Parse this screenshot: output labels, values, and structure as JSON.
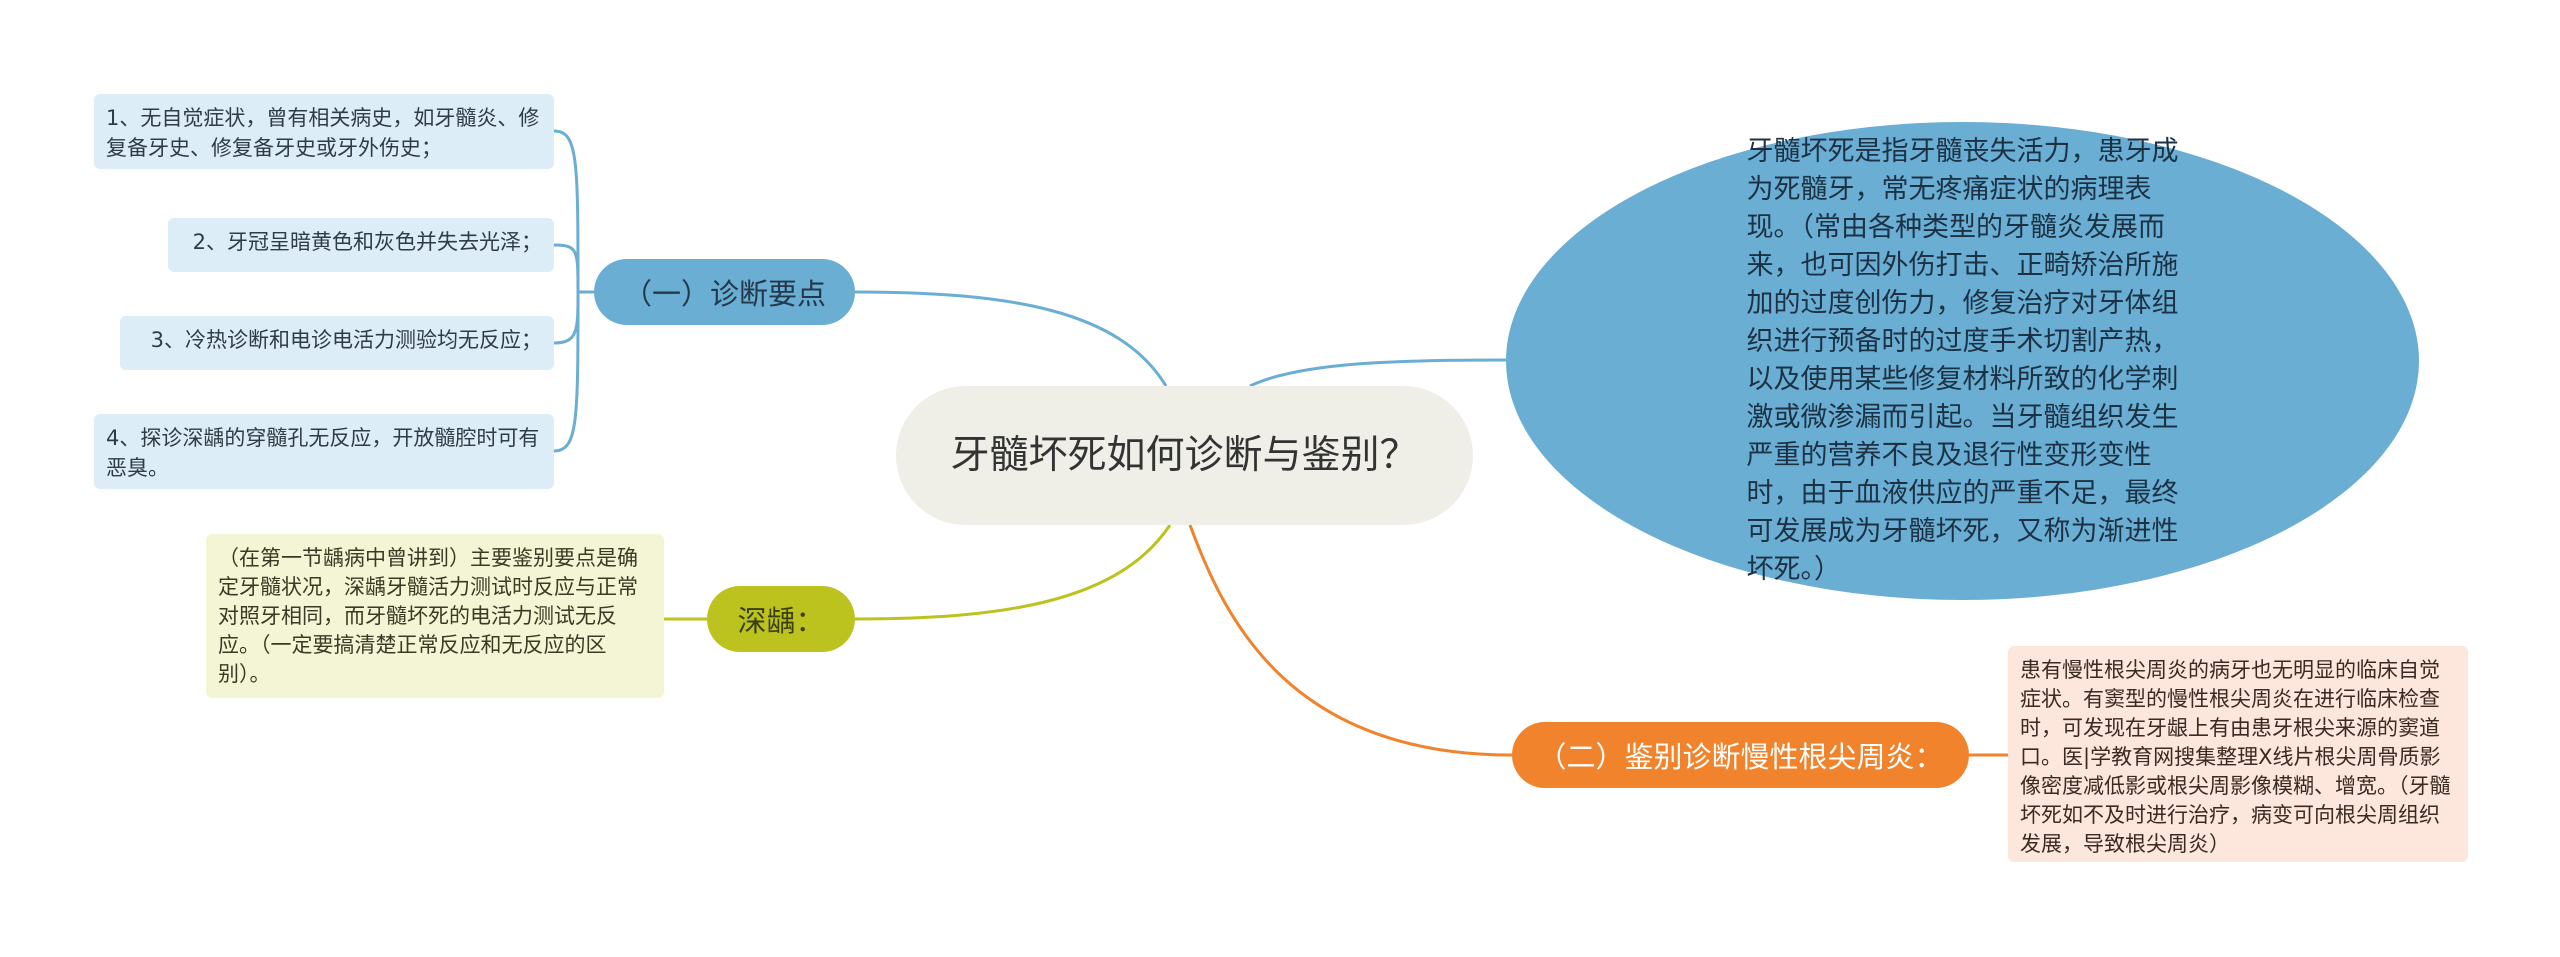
{
  "central_topic": "牙髓坏死如何诊断与鉴别？",
  "branches": {
    "diagnosis": {
      "label": "（一）诊断要点",
      "color": "#6aaed3",
      "items": [
        "1、无自觉症状，曾有相关病史，如牙髓炎、修复备牙史、修复备牙史或牙外伤史；",
        "2、牙冠呈暗黄色和灰色并失去光泽；",
        "3、冷热诊断和电诊电活力测验均无反应；",
        "4、探诊深龋的穿髓孔无反应，开放髓腔时可有恶臭。"
      ]
    },
    "deep_caries": {
      "label": "深龋：",
      "color": "#bcc21e",
      "note": "（在第一节龋病中曾讲到）主要鉴别要点是确定牙髓状况，深龋牙髓活力测试时反应与正常对照牙相同，而牙髓坏死的电活力测试无反应。（一定要搞清楚正常反应和无反应的区别）。"
    },
    "periapical": {
      "label": "（二）鉴别诊断慢性根尖周炎：",
      "color": "#f0832b",
      "note": "患有慢性根尖周炎的病牙也无明显的临床自觉症状。有窦型的慢性根尖周炎在进行临床检查时，可发现在牙龈上有由患牙根尖来源的窦道口。医|学教育网搜集整理X线片根尖周骨质影像密度减低影或根尖周影像模糊、增宽。（牙髓坏死如不及时进行治疗，病变可向根尖周组织发展，导致根尖周炎）"
    },
    "definition": {
      "text": "牙髓坏死是指牙髓丧失活力，患牙成为死髓牙，常无疼痛症状的病理表现。（常由各种类型的牙髓炎发展而来，也可因外伤打击、正畸矫治所施加的过度创伤力，修复治疗对牙体组织进行预备时的过度手术切割产热，以及使用某些修复材料所致的化学刺激或微渗漏而引起。当牙髓组织发生严重的营养不良及退行性变形变性时，由于血液供应的严重不足，最终可发展成为牙髓坏死，又称为渐进性坏死。）",
      "color": "#6aaed3"
    }
  }
}
